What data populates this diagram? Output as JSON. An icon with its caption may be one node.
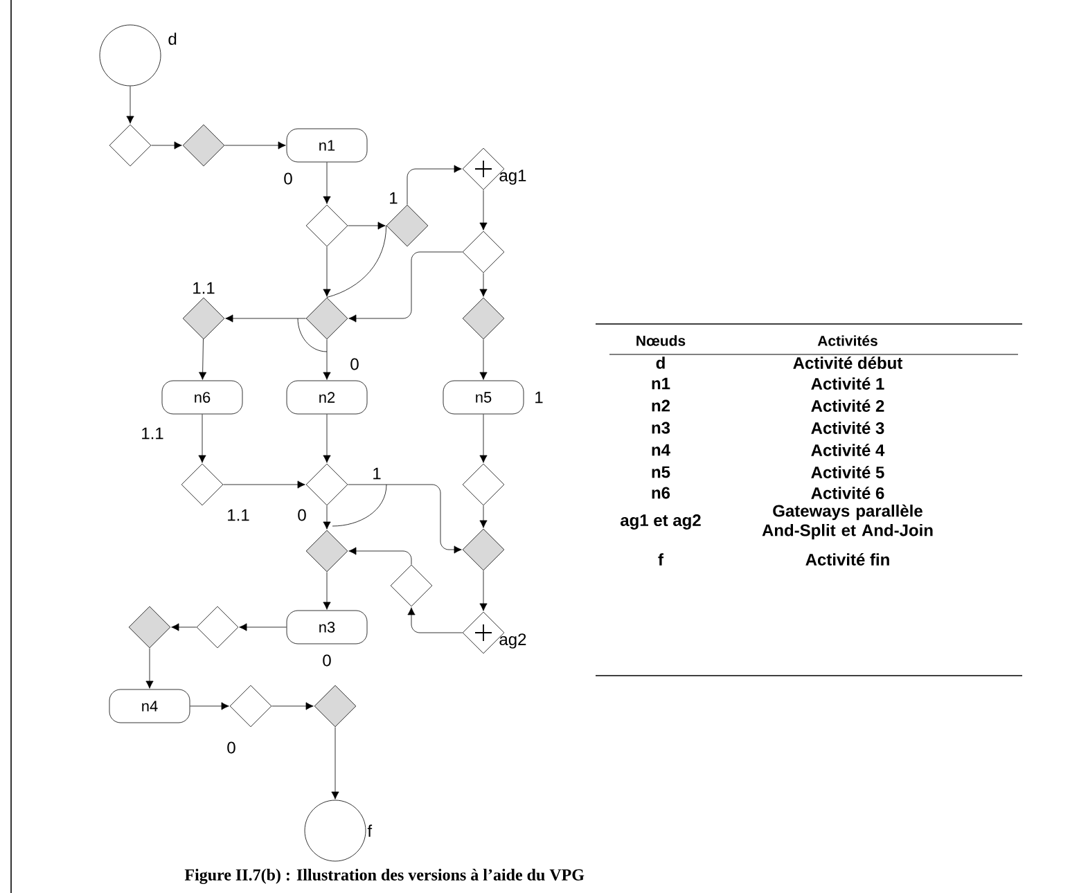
{
  "diagram": {
    "caption": "Figure II.7(b) : Illustration des versions à l’aide du VPG",
    "nodes": [
      {
        "text": [],
        "shape": "circle",
        "beside": [
          "d"
        ]
      },
      {
        "text": [],
        "shape": "diamond"
      },
      {
        "text": [],
        "shape": "diamond"
      },
      {
        "text": [
          "n1"
        ],
        "beside": [
          "0"
        ]
      },
      {
        "text": [],
        "shape": "diamond"
      },
      {
        "text": [],
        "shape": "diamond",
        "beside": [
          "1"
        ]
      },
      {
        "text": [],
        "shape": "diamond",
        "beside": [
          "ag1"
        ]
      },
      {
        "text": [],
        "shape": "diamond"
      },
      {
        "text": [],
        "shape": "diamond"
      },
      {
        "text": [],
        "shape": "diamond",
        "beside": [
          "1.1"
        ]
      },
      {
        "text": [],
        "shape": "diamond"
      },
      {
        "text": [
          "n6"
        ],
        "beside": [
          "1.1"
        ]
      },
      {
        "text": [
          "n2"
        ],
        "beside": [
          "0"
        ]
      },
      {
        "text": [
          "n5"
        ],
        "beside": [
          "1"
        ]
      },
      {
        "text": [],
        "shape": "diamond",
        "beside": [
          "1.1"
        ]
      },
      {
        "text": [],
        "shape": "diamond",
        "beside": [
          "1",
          "0"
        ]
      },
      {
        "text": [],
        "shape": "diamond"
      },
      {
        "text": [],
        "shape": "diamond"
      },
      {
        "text": [],
        "shape": "diamond"
      },
      {
        "text": [],
        "shape": "diamond"
      },
      {
        "text": [],
        "shape": "diamond",
        "beside": [
          "ag2"
        ]
      },
      {
        "text": [
          "n3"
        ],
        "beside": [
          "0"
        ]
      },
      {
        "text": [],
        "shape": "diamond"
      },
      {
        "text": [],
        "shape": "diamond"
      },
      {
        "text": [
          "n4"
        ]
      },
      {
        "text": [],
        "shape": "diamond",
        "beside": [
          "0"
        ]
      },
      {
        "text": [],
        "shape": "diamond"
      },
      {
        "text": [],
        "shape": "circle",
        "beside": [
          "f"
        ]
      }
    ],
    "edges": [
      {
        "from": 0,
        "to": 1,
        "arrow": "to"
      },
      {
        "from": 1,
        "to": 2,
        "arrow": "to"
      },
      {
        "from": 2,
        "to": 3,
        "arrow": "to"
      },
      {
        "from": 3,
        "to": 4,
        "arrow": "to"
      },
      {
        "from": 4,
        "to": 5,
        "arrow": "to"
      },
      {
        "from": 4,
        "to": 8,
        "arrow": "to"
      },
      {
        "from": 5,
        "to": 6,
        "arrow": "to"
      },
      {
        "from": 5,
        "to": 8,
        "arrow": "none"
      },
      {
        "from": 6,
        "to": 7,
        "arrow": "to"
      },
      {
        "from": 7,
        "to": 8,
        "arrow": "to"
      },
      {
        "from": 7,
        "to": 10,
        "arrow": "to"
      },
      {
        "from": 8,
        "to": 9,
        "arrow": "to"
      },
      {
        "from": 8,
        "to": 12,
        "arrow": "to"
      },
      {
        "from": 9,
        "to": 11,
        "arrow": "to"
      },
      {
        "from": 10,
        "to": 13,
        "arrow": "to"
      },
      {
        "from": 11,
        "to": 14,
        "arrow": "to"
      },
      {
        "from": 14,
        "to": 15,
        "arrow": "to"
      },
      {
        "from": 12,
        "to": 15,
        "arrow": "to"
      },
      {
        "from": 13,
        "to": 16,
        "arrow": "to"
      },
      {
        "from": 15,
        "to": 17,
        "arrow": "to"
      },
      {
        "from": 15,
        "to": 18,
        "arrow": "to"
      },
      {
        "from": 16,
        "to": 18,
        "arrow": "to"
      },
      {
        "from": 18,
        "to": 20,
        "arrow": "to"
      },
      {
        "from": 20,
        "to": 19,
        "arrow": "to"
      },
      {
        "from": 19,
        "to": 17,
        "arrow": "to"
      },
      {
        "from": 17,
        "to": 21,
        "arrow": "to"
      },
      {
        "from": 21,
        "to": 22,
        "arrow": "to"
      },
      {
        "from": 22,
        "to": 23,
        "arrow": "to"
      },
      {
        "from": 23,
        "to": 24,
        "arrow": "to"
      },
      {
        "from": 24,
        "to": 25,
        "arrow": "to"
      },
      {
        "from": 25,
        "to": 26,
        "arrow": "to"
      },
      {
        "from": 26,
        "to": 27,
        "arrow": "to"
      }
    ],
    "labels": [
      "Nœuds",
      "Activités",
      "d",
      "Activité début",
      "n1",
      "Activité 1",
      "n2",
      "Activité 2",
      "n3",
      "Activité 3",
      "n4",
      "Activité 4",
      "n5",
      "Activité 5",
      "n6",
      "Activité 6",
      "ag1 et ag2",
      "Gateways parallèle And-Split et And-Join",
      "f",
      "Activité fin"
    ]
  }
}
